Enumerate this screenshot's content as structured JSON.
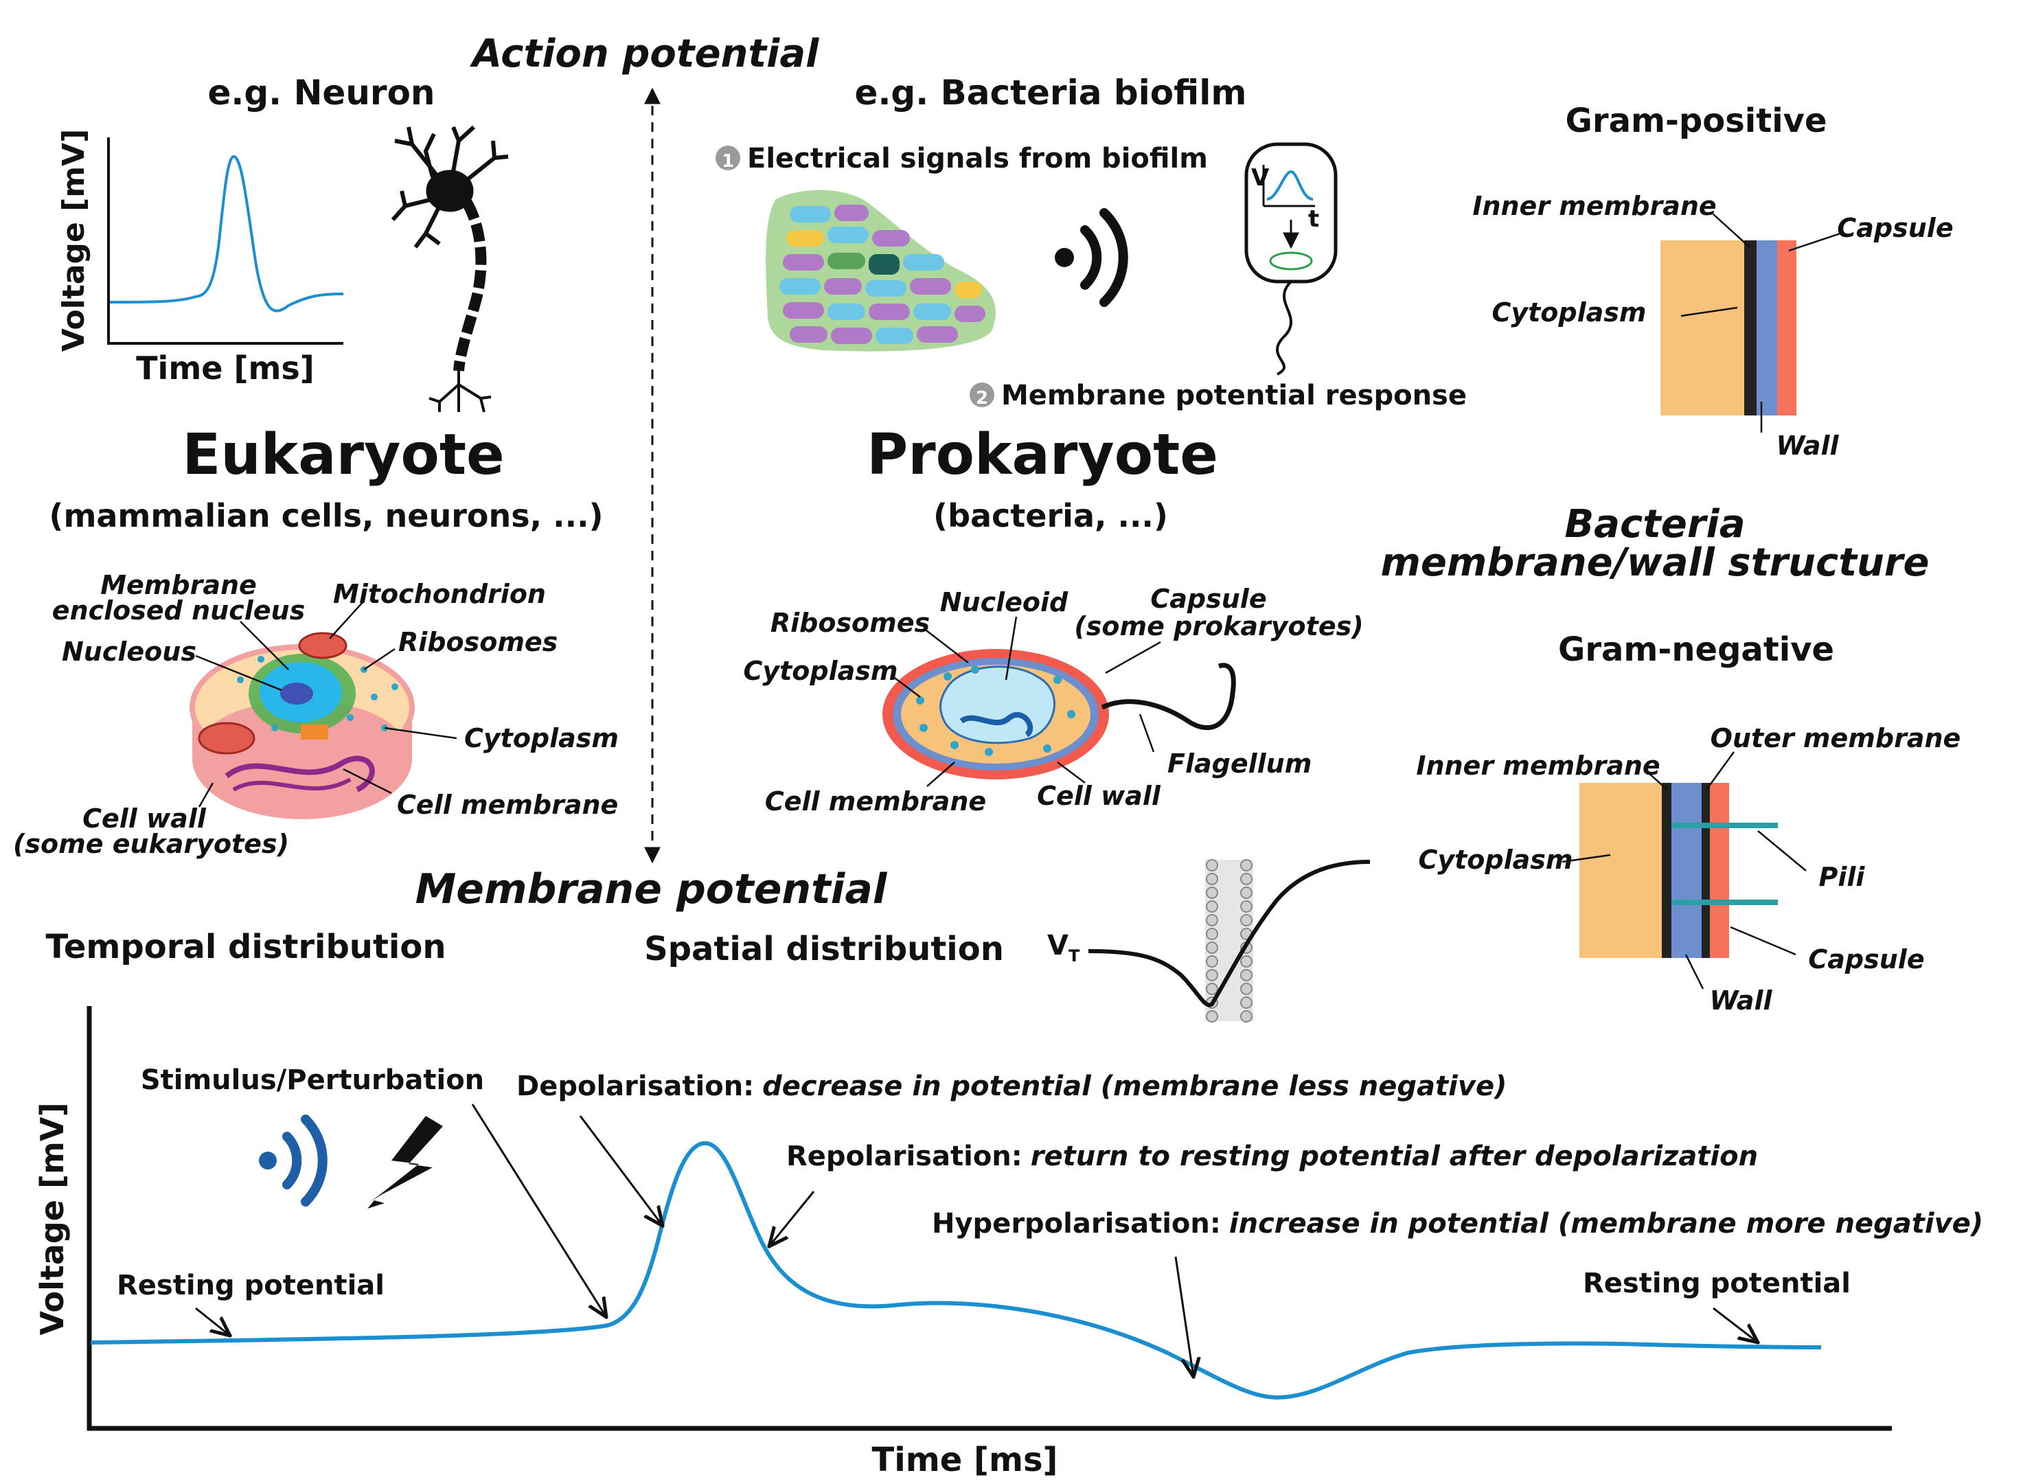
{
  "titles": {
    "action_potential": "Action potential",
    "membrane_potential": "Membrane potential",
    "neuron_example": "e.g. Neuron",
    "biofilm_example": "e.g. Bacteria biofilm",
    "eukaryote": "Eukaryote",
    "eukaryote_sub": "(mammalian cells, neurons, ...)",
    "prokaryote": "Prokaryote",
    "prokaryote_sub": "(bacteria, ...)",
    "bacteria_structure_1": "Bacteria",
    "bacteria_structure_2": "membrane/wall structure",
    "temporal": "Temporal distribution",
    "spatial": "Spatial distribution"
  },
  "small_chart": {
    "ylabel": "Voltage [mV]",
    "xlabel": "Time [ms]"
  },
  "biofilm": {
    "step1_num": "1",
    "step1": "Electrical signals from biofilm",
    "step2_num": "2",
    "step2": "Membrane potential response",
    "inset_v": "V",
    "inset_t": "t"
  },
  "gram_positive": {
    "title": "Gram-positive",
    "inner_membrane": "Inner membrane",
    "capsule": "Capsule",
    "cytoplasm": "Cytoplasm",
    "wall": "Wall"
  },
  "gram_negative": {
    "title": "Gram-negative",
    "inner_membrane": "Inner membrane",
    "outer_membrane": "Outer membrane",
    "cytoplasm": "Cytoplasm",
    "pili": "Pili",
    "capsule": "Capsule",
    "wall": "Wall"
  },
  "eukaryote_cell": {
    "membrane_nucleus_1": "Membrane",
    "membrane_nucleus_2": "enclosed nucleus",
    "mitochondrion": "Mitochondrion",
    "nucleous": "Nucleous",
    "ribosomes": "Ribosomes",
    "cytoplasm": "Cytoplasm",
    "cell_membrane": "Cell membrane",
    "cell_wall_1": "Cell wall",
    "cell_wall_2": "(some eukaryotes)"
  },
  "prokaryote_cell": {
    "nucleoid": "Nucleoid",
    "capsule_1": "Capsule",
    "capsule_2": "(some prokaryotes)",
    "ribosomes": "Ribosomes",
    "cytoplasm": "Cytoplasm",
    "flagellum": "Flagellum",
    "cell_membrane": "Cell membrane",
    "cell_wall": "Cell wall"
  },
  "spatial_label": "V",
  "spatial_label_sub": "T",
  "main_chart": {
    "ylabel": "Voltage [mV]",
    "xlabel": "Time [ms]",
    "stimulus": "Stimulus/Perturbation",
    "depol_bold": "Depolarisation:",
    "depol_it": "decrease in potential (membrane less negative)",
    "repol_bold": "Repolarisation:",
    "repol_it": "return to resting potential after depolarization",
    "hyper_bold": "Hyperpolarisation:",
    "hyper_it": "increase in potential (membrane more negative)",
    "resting_left": "Resting potential",
    "resting_right": "Resting potential"
  },
  "colors": {
    "trace": "#1b8fd0",
    "signal_icon": "#1f5fa8",
    "cytoplasm": "#f7c27a",
    "membrane_blue": "#6e8fce",
    "capsule_red": "#f4735a",
    "pili": "#2a9fa8"
  }
}
